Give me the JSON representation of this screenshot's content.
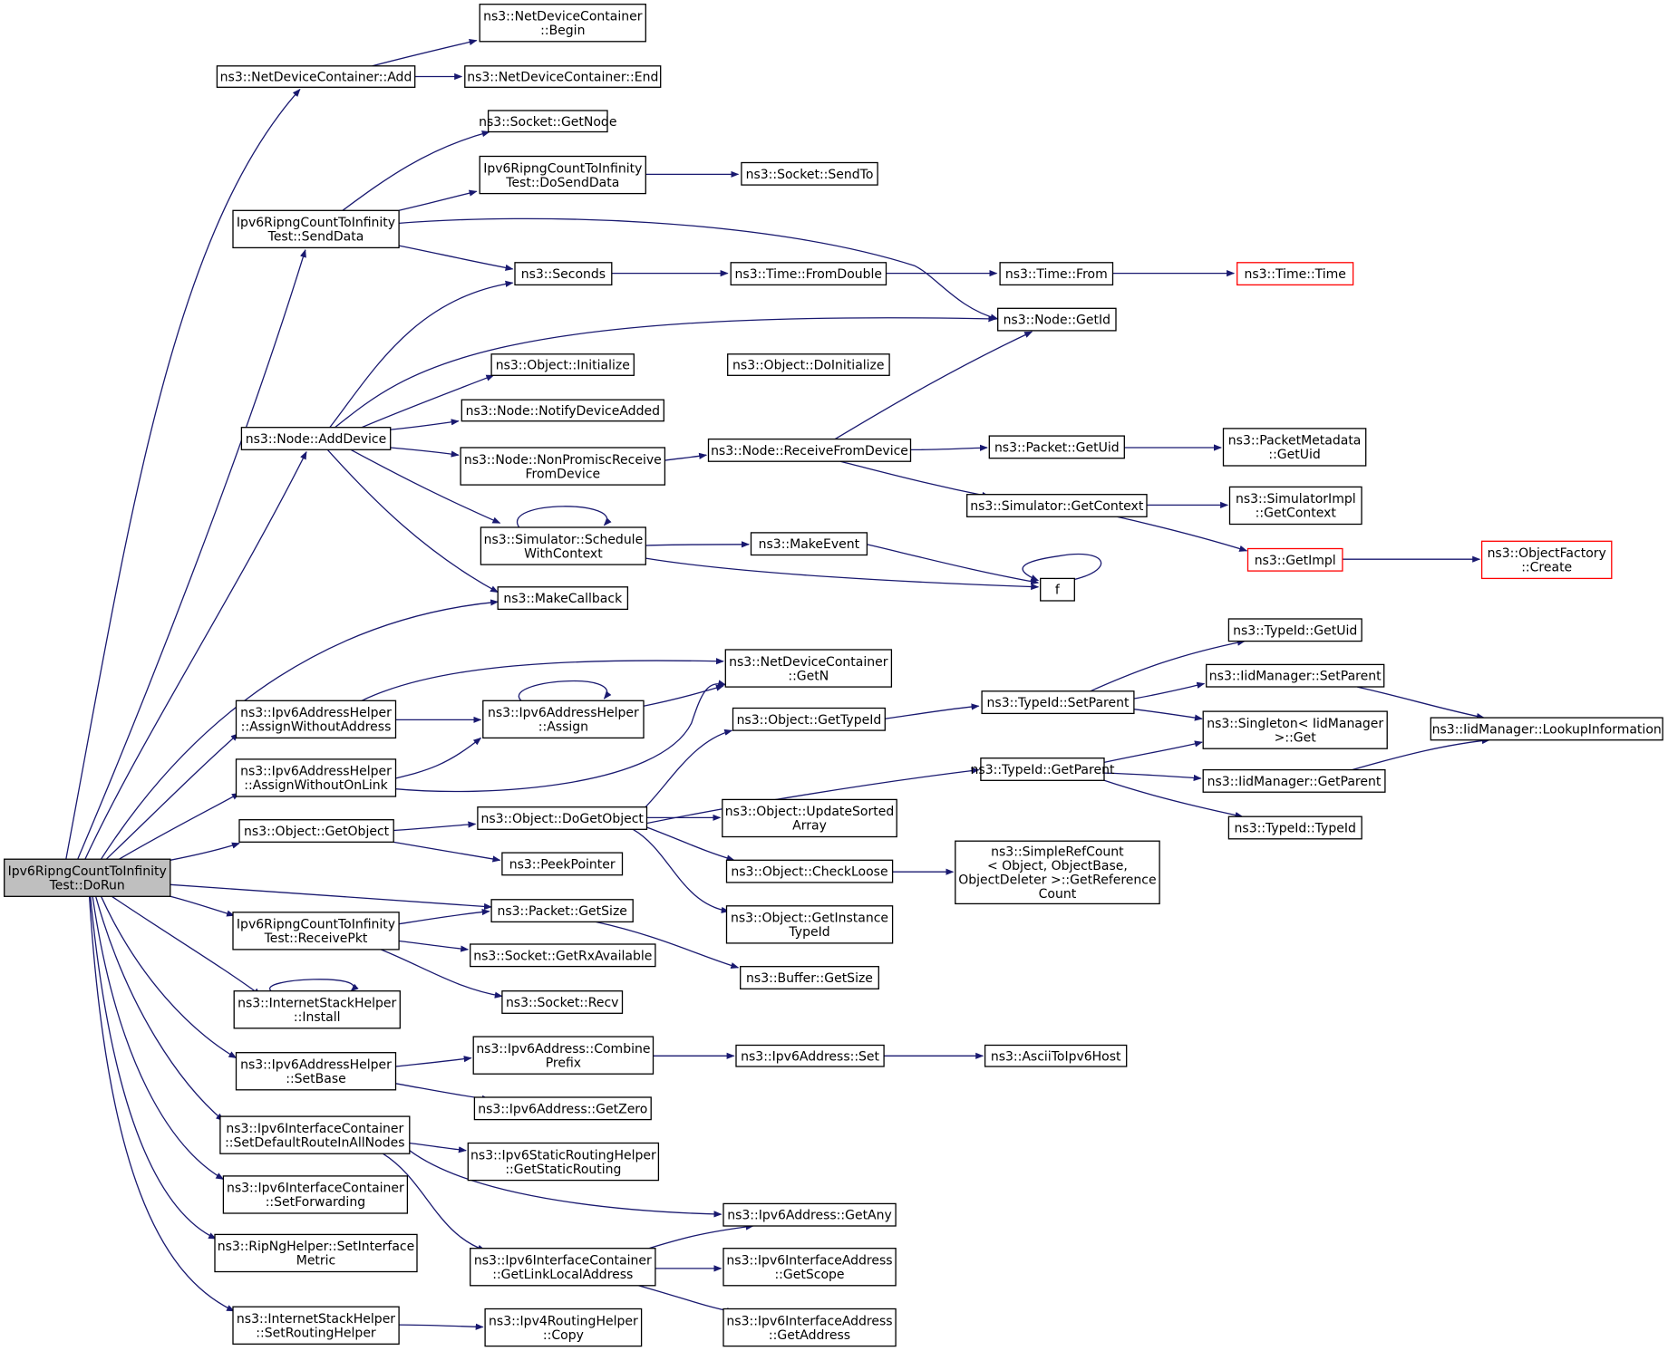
{
  "graph": {
    "edge_color": "#191970",
    "root_fill": "#bfbfbf",
    "truncated_border_color": "#ff0000",
    "nodes": {
      "dorun": [
        "Ipv6RipngCountToInfinity",
        "Test::DoRun"
      ],
      "ndc_add": [
        "ns3::NetDeviceContainer::Add"
      ],
      "ndc_begin": [
        "ns3::NetDeviceContainer",
        "::Begin"
      ],
      "ndc_end": [
        "ns3::NetDeviceContainer::End"
      ],
      "senddata": [
        "Ipv6RipngCountToInfinity",
        "Test::SendData"
      ],
      "sock_getnode": [
        "ns3::Socket::GetNode"
      ],
      "dosenddata": [
        "Ipv6RipngCountToInfinity",
        "Test::DoSendData"
      ],
      "sock_sendto": [
        "ns3::Socket::SendTo"
      ],
      "seconds": [
        "ns3::Seconds"
      ],
      "time_fromdouble": [
        "ns3::Time::FromDouble"
      ],
      "time_from": [
        "ns3::Time::From"
      ],
      "time_time": [
        "ns3::Time::Time"
      ],
      "node_getid": [
        "ns3::Node::GetId"
      ],
      "obj_initialize": [
        "ns3::Object::Initialize"
      ],
      "obj_doinitialize": [
        "ns3::Object::DoInitialize"
      ],
      "node_adddevice": [
        "ns3::Node::AddDevice"
      ],
      "node_notify": [
        "ns3::Node::NotifyDeviceAdded"
      ],
      "node_nonpromisc": [
        "ns3::Node::NonPromiscReceive",
        "FromDevice"
      ],
      "node_recvfrom": [
        "ns3::Node::ReceiveFromDevice"
      ],
      "packet_getuid": [
        "ns3::Packet::GetUid"
      ],
      "pktmeta_getuid": [
        "ns3::PacketMetadata",
        "::GetUid"
      ],
      "sim_getcontext": [
        "ns3::Simulator::GetContext"
      ],
      "simimpl_getcontext": [
        "ns3::SimulatorImpl",
        "::GetContext"
      ],
      "sim_schedule": [
        "ns3::Simulator::Schedule",
        "WithContext"
      ],
      "makeevent": [
        "ns3::MakeEvent"
      ],
      "getimpl": [
        "ns3::GetImpl"
      ],
      "objfactory_create": [
        "ns3::ObjectFactory",
        "::Create"
      ],
      "f": [
        "f"
      ],
      "makecallback": [
        "ns3::MakeCallback"
      ],
      "typeid_getuid": [
        "ns3::TypeId::GetUid"
      ],
      "ndc_getn": [
        "ns3::NetDeviceContainer",
        "::GetN"
      ],
      "iid_setparent": [
        "ns3::IidManager::SetParent"
      ],
      "v6helper_assignwoaddr": [
        "ns3::Ipv6AddressHelper",
        "::AssignWithoutAddress"
      ],
      "v6helper_assign": [
        "ns3::Ipv6AddressHelper",
        "::Assign"
      ],
      "typeid_setparent": [
        "ns3::TypeId::SetParent"
      ],
      "singleton_get": [
        "ns3::Singleton< IidManager",
        " >::Get"
      ],
      "iid_lookup": [
        "ns3::IidManager::LookupInformation"
      ],
      "obj_gettypeid": [
        "ns3::Object::GetTypeId"
      ],
      "v6helper_assignwoonlink": [
        "ns3::Ipv6AddressHelper",
        "::AssignWithoutOnLink"
      ],
      "typeid_getparent": [
        "ns3::TypeId::GetParent"
      ],
      "iid_getparent": [
        "ns3::IidManager::GetParent"
      ],
      "obj_getobject": [
        "ns3::Object::GetObject"
      ],
      "obj_dogetobject": [
        "ns3::Object::DoGetObject"
      ],
      "obj_updatesorted": [
        "ns3::Object::UpdateSorted",
        "Array"
      ],
      "typeid_typeid": [
        "ns3::TypeId::TypeId"
      ],
      "peekpointer": [
        "ns3::PeekPointer"
      ],
      "obj_checkloose": [
        "ns3::Object::CheckLoose"
      ],
      "simplerefcount": [
        "ns3::SimpleRefCount",
        "< Object, ObjectBase,",
        " ObjectDeleter >::GetReference",
        "Count"
      ],
      "packet_getsize": [
        "ns3::Packet::GetSize"
      ],
      "receivepkt": [
        "Ipv6RipngCountToInfinity",
        "Test::ReceivePkt"
      ],
      "obj_getinstance": [
        "ns3::Object::GetInstance",
        "TypeId"
      ],
      "sock_getrxavail": [
        "ns3::Socket::GetRxAvailable"
      ],
      "buffer_getsize": [
        "ns3::Buffer::GetSize"
      ],
      "sock_recv": [
        "ns3::Socket::Recv"
      ],
      "ish_install": [
        "ns3::InternetStackHelper",
        "::Install"
      ],
      "v6addr_combine": [
        "ns3::Ipv6Address::Combine",
        "Prefix"
      ],
      "v6addr_set": [
        "ns3::Ipv6Address::Set"
      ],
      "asciitoipv6": [
        "ns3::AsciiToIpv6Host"
      ],
      "v6helper_setbase": [
        "ns3::Ipv6AddressHelper",
        "::SetBase"
      ],
      "v6addr_getzero": [
        "ns3::Ipv6Address::GetZero"
      ],
      "v6ic_setdefault": [
        "ns3::Ipv6InterfaceContainer",
        "::SetDefaultRouteInAllNodes"
      ],
      "v6static_getstatic": [
        "ns3::Ipv6StaticRoutingHelper",
        "::GetStaticRouting"
      ],
      "v6ic_setforwarding": [
        "ns3::Ipv6InterfaceContainer",
        "::SetForwarding"
      ],
      "v6addr_getany": [
        "ns3::Ipv6Address::GetAny"
      ],
      "ripng_setmetric": [
        "ns3::RipNgHelper::SetInterface",
        "Metric"
      ],
      "v6ic_getlinklocal": [
        "ns3::Ipv6InterfaceContainer",
        "::GetLinkLocalAddress"
      ],
      "v6ifaddr_getscope": [
        "ns3::Ipv6InterfaceAddress",
        "::GetScope"
      ],
      "ish_setrouting": [
        "ns3::InternetStackHelper",
        "::SetRoutingHelper"
      ],
      "v4routing_copy": [
        "ns3::Ipv4RoutingHelper",
        "::Copy"
      ],
      "v6ifaddr_getaddress": [
        "ns3::Ipv6InterfaceAddress",
        "::GetAddress"
      ]
    }
  }
}
